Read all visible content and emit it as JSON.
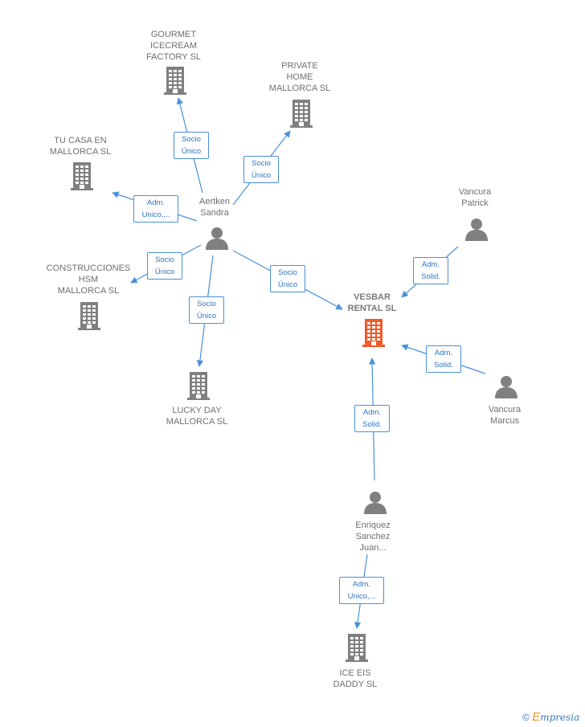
{
  "diagram": {
    "nodes": [
      {
        "id": "gourmet",
        "type": "company",
        "label": "GOURMET\nICECREAM\nFACTORY SL"
      },
      {
        "id": "private",
        "type": "company",
        "label": "PRIVATE\nHOME\nMALLORCA  SL"
      },
      {
        "id": "tucasa",
        "type": "company",
        "label": "TU CASA EN\nMALLORCA  SL"
      },
      {
        "id": "aertken",
        "type": "person",
        "label": "Aertken\nSandra"
      },
      {
        "id": "construcciones",
        "type": "company",
        "label": "CONSTRUCCIONES\nHSM\nMALLORCA  SL"
      },
      {
        "id": "luckyday",
        "type": "company",
        "label": "LUCKY DAY\nMALLORCA  SL"
      },
      {
        "id": "vesbar",
        "type": "company",
        "label": "VESBAR\nRENTAL  SL",
        "focus": true
      },
      {
        "id": "vancurap",
        "type": "person",
        "label": "Vancura\nPatrick"
      },
      {
        "id": "vancuram",
        "type": "person",
        "label": "Vancura\nMarcus"
      },
      {
        "id": "enriquez",
        "type": "person",
        "label": "Enriquez\nSanchez\nJuan..."
      },
      {
        "id": "iceeis",
        "type": "company",
        "label": "ICE EIS\nDADDY  SL"
      }
    ],
    "edges": [
      {
        "from": "aertken",
        "to": "gourmet",
        "label": "Socio\nÚnico"
      },
      {
        "from": "aertken",
        "to": "private",
        "label": "Socio\nÚnico"
      },
      {
        "from": "aertken",
        "to": "tucasa",
        "label": "Adm.\nUnico,..."
      },
      {
        "from": "aertken",
        "to": "construcciones",
        "label": "Socio\nÚnico"
      },
      {
        "from": "aertken",
        "to": "luckyday",
        "label": "Socio\nÚnico"
      },
      {
        "from": "aertken",
        "to": "vesbar",
        "label": "Socio\nÚnico"
      },
      {
        "from": "vancurap",
        "to": "vesbar",
        "label": "Adm.\nSolid."
      },
      {
        "from": "vancuram",
        "to": "vesbar",
        "label": "Adm.\nSolid."
      },
      {
        "from": "enriquez",
        "to": "vesbar",
        "label": "Adm.\nSolid."
      },
      {
        "from": "enriquez",
        "to": "iceeis",
        "label": "Adm.\nUnico,..."
      }
    ]
  },
  "colors": {
    "edge": "#4a90d9",
    "icon": "#808080",
    "focus_icon": "#f05a28",
    "label": "#6f6f6f"
  },
  "footer": {
    "copyright_symbol": "©",
    "brand_initial": "E",
    "brand_rest": "mpresia"
  }
}
